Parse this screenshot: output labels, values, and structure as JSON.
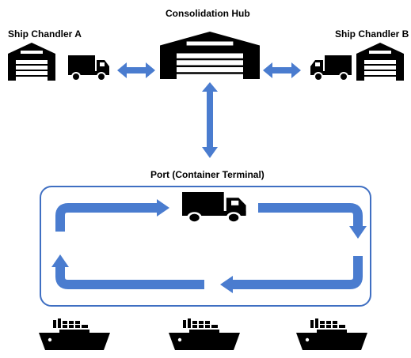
{
  "hub": {
    "title": "Consolidation Hub"
  },
  "chandler_a": {
    "title": "Ship Chandler A"
  },
  "chandler_b": {
    "title": "Ship Chandler B"
  },
  "port": {
    "title": "Port (Container Terminal)"
  },
  "colors": {
    "arrow": "#4a7ccf",
    "frame": "#3f6fc2",
    "icon": "#000000"
  },
  "icons": [
    "warehouse-icon",
    "truck-icon",
    "container-ship-icon"
  ]
}
